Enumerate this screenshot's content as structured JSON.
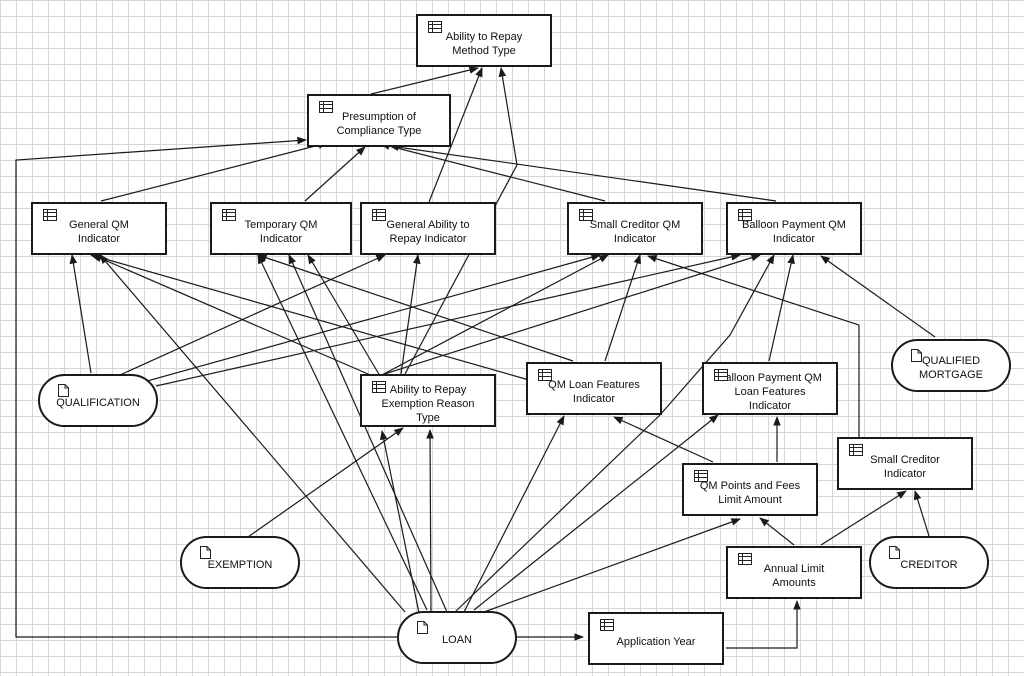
{
  "nodes": {
    "ability_to_repay_method_type": {
      "label": "Ability to Repay Method Type",
      "kind": "table",
      "icon": "table-icon"
    },
    "presumption_of_compliance_type": {
      "label": "Presumption of Compliance Type",
      "kind": "table",
      "icon": "table-icon"
    },
    "general_qm_indicator": {
      "label": "General QM Indicator",
      "kind": "table",
      "icon": "table-icon"
    },
    "temporary_qm_indicator": {
      "label": "Temporary QM Indicator",
      "kind": "table",
      "icon": "table-icon"
    },
    "general_ability_to_repay_indicator": {
      "label": "General Ability to Repay Indicator",
      "kind": "table",
      "icon": "table-icon"
    },
    "small_creditor_qm_indicator": {
      "label": "Small Creditor QM Indicator",
      "kind": "table",
      "icon": "table-icon"
    },
    "balloon_payment_qm_indicator": {
      "label": "Balloon Payment QM Indicator",
      "kind": "table",
      "icon": "table-icon"
    },
    "qualification": {
      "label": "QUALIFICATION",
      "kind": "entity",
      "icon": "document-icon"
    },
    "ability_to_repay_exemption_reason_type": {
      "label": "Ability to Repay Exemption Reason Type",
      "kind": "table",
      "icon": "table-icon"
    },
    "qm_loan_features_indicator": {
      "label": "QM Loan Features Indicator",
      "kind": "table",
      "icon": "table-icon"
    },
    "balloon_payment_qm_loan_features_indicator": {
      "label": "Balloon Payment QM Loan Features Indicator",
      "kind": "table",
      "icon": "table-icon"
    },
    "qualified_mortgage": {
      "label": "QUALIFIED MORTGAGE",
      "kind": "entity",
      "icon": "document-icon"
    },
    "small_creditor_indicator": {
      "label": "Small Creditor Indicator",
      "kind": "table",
      "icon": "table-icon"
    },
    "qm_points_and_fees_limit_amount": {
      "label": "QM Points and Fees Limit Amount",
      "kind": "table",
      "icon": "table-icon"
    },
    "exemption": {
      "label": "EXEMPTION",
      "kind": "entity",
      "icon": "document-icon"
    },
    "annual_limit_amounts": {
      "label": "Annual Limit Amounts",
      "kind": "table",
      "icon": "table-icon"
    },
    "creditor": {
      "label": "CREDITOR",
      "kind": "entity",
      "icon": "document-icon"
    },
    "loan": {
      "label": "LOAN",
      "kind": "entity",
      "icon": "document-icon"
    },
    "application_year": {
      "label": "Application Year",
      "kind": "table",
      "icon": "table-icon"
    }
  },
  "colors": {
    "line": "#1a1a1a",
    "node_border": "#1a1a1a",
    "grid": "#d6d6d6",
    "background": "#ffffff"
  }
}
